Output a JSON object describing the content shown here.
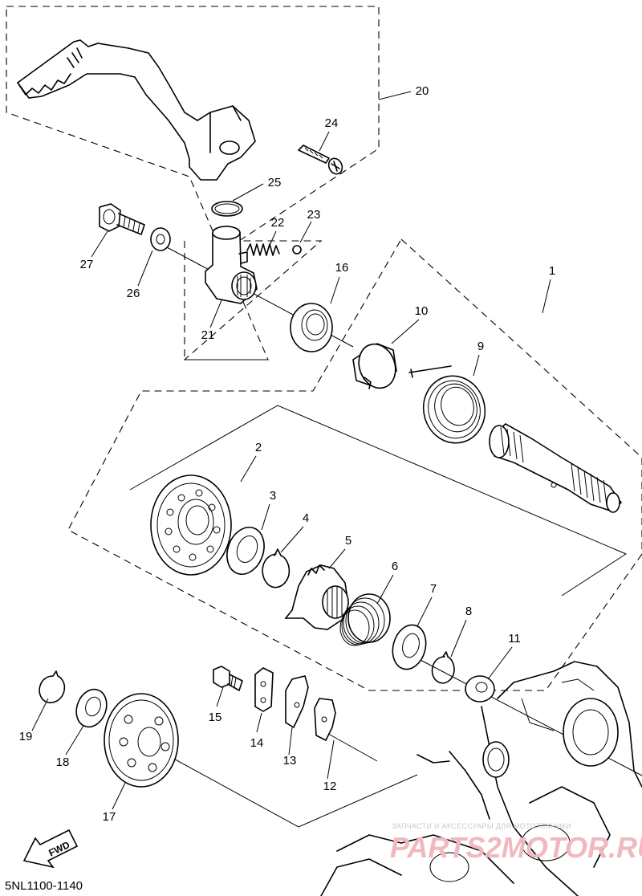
{
  "callouts": [
    {
      "id": "c1",
      "text": "1"
    },
    {
      "id": "c2",
      "text": "2"
    },
    {
      "id": "c3",
      "text": "3"
    },
    {
      "id": "c4",
      "text": "4"
    },
    {
      "id": "c5",
      "text": "5"
    },
    {
      "id": "c6",
      "text": "6"
    },
    {
      "id": "c7",
      "text": "7"
    },
    {
      "id": "c8",
      "text": "8"
    },
    {
      "id": "c9",
      "text": "9"
    },
    {
      "id": "c10",
      "text": "10"
    },
    {
      "id": "c11",
      "text": "11"
    },
    {
      "id": "c12",
      "text": "12"
    },
    {
      "id": "c13",
      "text": "13"
    },
    {
      "id": "c14",
      "text": "14"
    },
    {
      "id": "c15",
      "text": "15"
    },
    {
      "id": "c16",
      "text": "16"
    },
    {
      "id": "c17",
      "text": "17"
    },
    {
      "id": "c18",
      "text": "18"
    },
    {
      "id": "c19",
      "text": "19"
    },
    {
      "id": "c20",
      "text": "20"
    },
    {
      "id": "c21",
      "text": "21"
    },
    {
      "id": "c22",
      "text": "22"
    },
    {
      "id": "c23",
      "text": "23"
    },
    {
      "id": "c24",
      "text": "24"
    },
    {
      "id": "c25",
      "text": "25"
    },
    {
      "id": "c26",
      "text": "26"
    },
    {
      "id": "c27",
      "text": "27"
    }
  ],
  "diagram_code": "5NL1100-1140",
  "fwd_label": "FWD",
  "watermark": {
    "small": "ЗАПЧАСТИ И АКСЕССУАРЫ ДЛЯ МОТОТЕХНИКИ",
    "big": "PARTS2MOTOR.RU"
  }
}
